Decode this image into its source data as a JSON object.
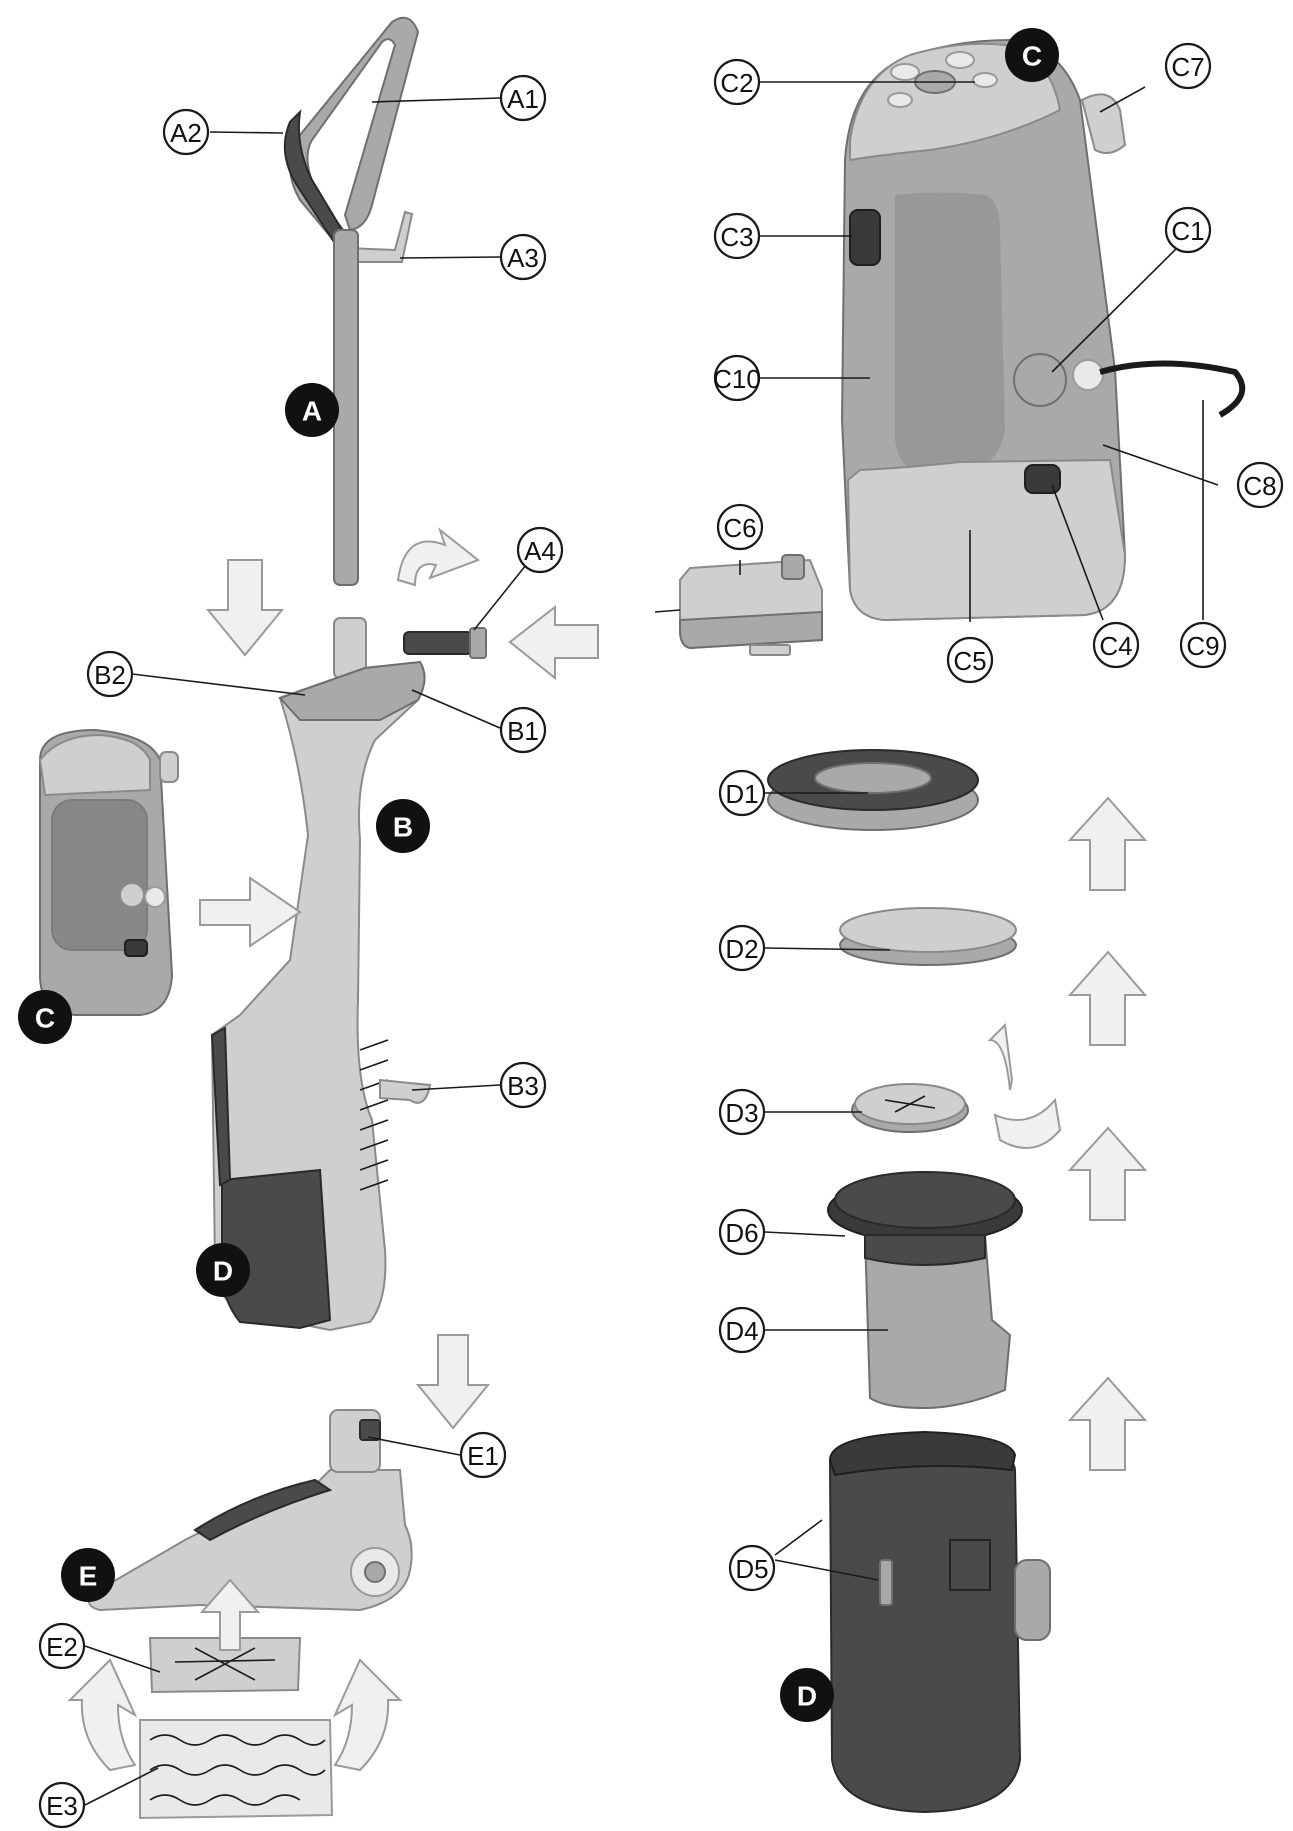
{
  "callouts": {
    "A1": "A1",
    "A2": "A2",
    "A3": "A3",
    "A4": "A4",
    "B1": "B1",
    "B2": "B2",
    "B3": "B3",
    "C1": "C1",
    "C2": "C2",
    "C3": "C3",
    "C4": "C4",
    "C5": "C5",
    "C6": "C6",
    "C7": "C7",
    "C8": "C8",
    "C9": "C9",
    "C10": "C10",
    "D1": "D1",
    "D2": "D2",
    "D3": "D3",
    "D4": "D4",
    "D5": "D5",
    "D6": "D6",
    "E1": "E1",
    "E2": "E2",
    "E3": "E3"
  },
  "assemblies": {
    "A": "A",
    "B": "B",
    "C_large": "C",
    "C_small": "C",
    "D_small": "D",
    "D_large": "D",
    "E": "E"
  },
  "colors": {
    "light_grey": "#cfcfcf",
    "mid_grey": "#a9a9a9",
    "dark_grey": "#4a4a4a",
    "arrow_fill": "#f0f0f0"
  }
}
